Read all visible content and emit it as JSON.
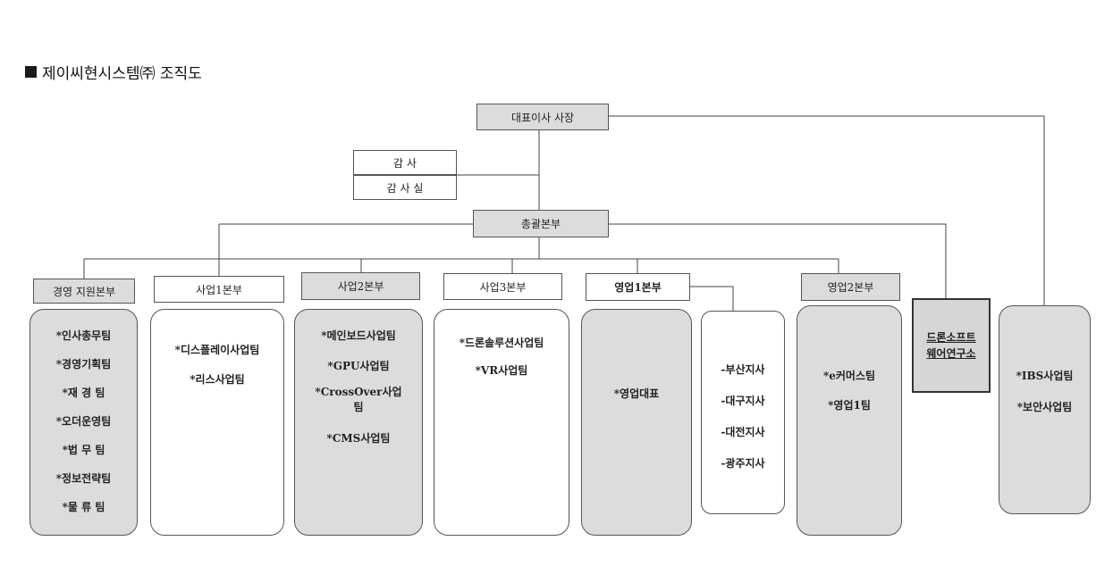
{
  "title": "제이씨현시스템㈜ 조직도",
  "nodes": {
    "ceo": "대표이사 사장",
    "audit": "감 사",
    "audit_office": "감 사 실",
    "hq": "총괄본부",
    "mgmt_support": "경영 지원본부",
    "biz1": "사업1본부",
    "biz2": "사업2본부",
    "biz3": "사업3본부",
    "sales1": "영업1본부",
    "sales2": "영업2본부",
    "rnd_line1": "드론소프트",
    "rnd_line2": "웨어연구소"
  },
  "teams": {
    "mgmt": [
      "*인사총무팀",
      "*경영기획팀",
      "*재 경 팀",
      "*오더운영팀",
      "*법 무 팀",
      "*정보전략팀",
      "*물 류 팀"
    ],
    "biz1": [
      "*디스플레이사업팀",
      "*리스사업팀"
    ],
    "biz2": [
      "*메인보드사업팀",
      "*GPU사업팀",
      "*CrossOver사업",
      "팀",
      "*CMS사업팀"
    ],
    "biz3": [
      "*드론솔루션사업팀",
      "*VR사업팀"
    ],
    "sales1": [
      "*영업대표"
    ],
    "branches": [
      "-부산지사",
      "-대구지사",
      "-대전지사",
      "-광주지사"
    ],
    "sales2": [
      "*e커머스팀",
      "*영업1팀"
    ],
    "ibs": [
      "*IBS사업팀",
      "*보안사업팀"
    ]
  }
}
